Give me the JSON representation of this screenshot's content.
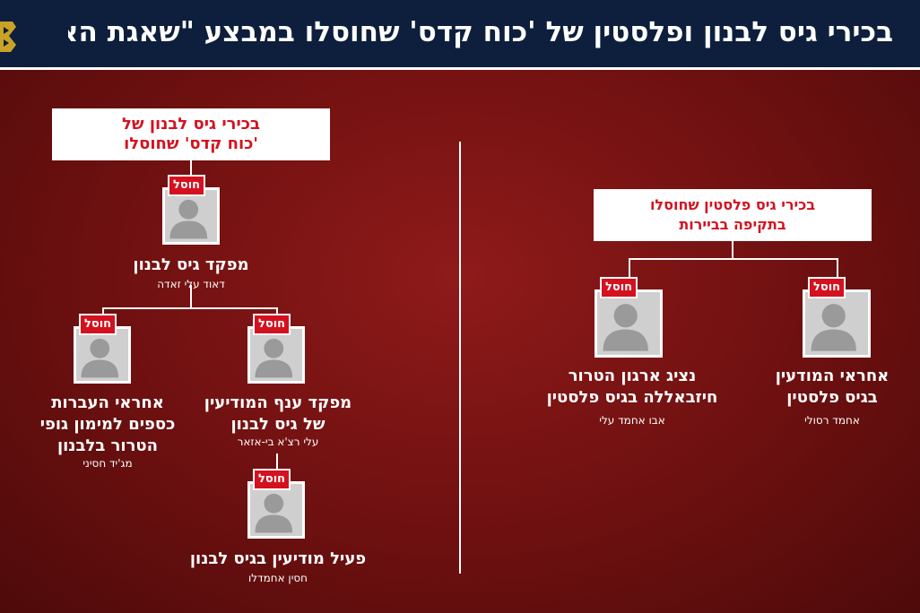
{
  "header": {
    "title": "בכירי גיס לבנון ופלסטין של 'כוח קדס' שחוסלו במבצע \"שאגת הארי\""
  },
  "left_tree": {
    "title_line1": "בכירי גיס לבנון של",
    "title_line2": "'כוח קדס' שחוסלו",
    "nodes": [
      {
        "badge": "חוסל",
        "role": "מפקד גיס לבנון",
        "person": "דאוד עלי זאדה"
      },
      {
        "badge": "חוסל",
        "role": "אחראי העברות\nכספים למימון גופי\nהטרור בלבנון",
        "person": "מג'יד חסיני"
      },
      {
        "badge": "חוסל",
        "role": "מפקד ענף המודיעין\nשל גיס לבנון",
        "person": "עלי רצ'א בי-אזאר"
      },
      {
        "badge": "חוסל",
        "role": "פעיל מודיעין בגיס לבנון",
        "person": "חסין אחמדלו"
      }
    ]
  },
  "right_tree": {
    "title_line1": "בכירי גיס פלסטין שחוסלו",
    "title_line2": "בתקיפה בביירות",
    "nodes": [
      {
        "badge": "חוסל",
        "role": "נציג ארגון הטרור\nחיזבאללה בגיס פלסטין",
        "person": "אבו אחמד עלי"
      },
      {
        "badge": "חוסל",
        "role": "אחראי המודעין\nבגיס פלסטין",
        "person": "אחמד רסולי"
      }
    ]
  },
  "colors": {
    "accent_red": "#d4121f",
    "header_navy": "#0d1f3c",
    "background": "#6e1010"
  },
  "icons": {
    "emblem": "idf-emblem-icon",
    "silhouette": "person-silhouette-icon"
  }
}
